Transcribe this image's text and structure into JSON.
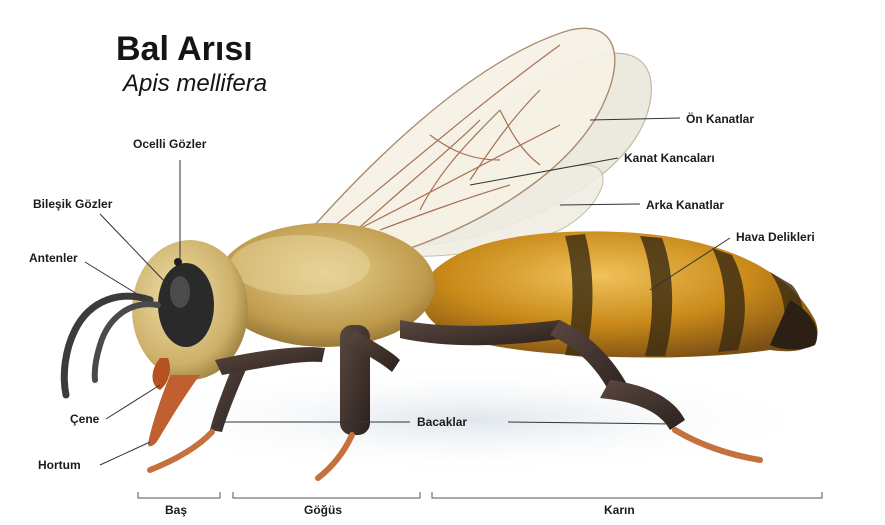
{
  "title": "Bal Arısı",
  "subtitle": "Apis mellifera",
  "labels": {
    "ocelli": "Ocelli Gözler",
    "compound_eyes": "Bileşik Gözler",
    "antennae": "Antenler",
    "mandible": "Çene",
    "proboscis": "Hortum",
    "forewings": "Ön Kanatlar",
    "wing_hooks": "Kanat Kancaları",
    "hindwings": "Arka Kanatlar",
    "spiracles": "Hava Delikleri",
    "legs": "Bacaklar"
  },
  "regions": {
    "head": "Baş",
    "thorax": "Göğüs",
    "abdomen": "Karın"
  },
  "colors": {
    "background": "#ffffff",
    "text": "#1b1b1b",
    "leader_line": "#333333",
    "abdomen": "#c98a1a",
    "stripe": "#3a2a12",
    "thorax_fur": "#c9a95a",
    "head_fur": "#d8c27a",
    "eye": "#2a2a2a",
    "leg": "#3b2e28",
    "wing": "#f3efe4",
    "wing_vein": "#9a5a3a"
  }
}
